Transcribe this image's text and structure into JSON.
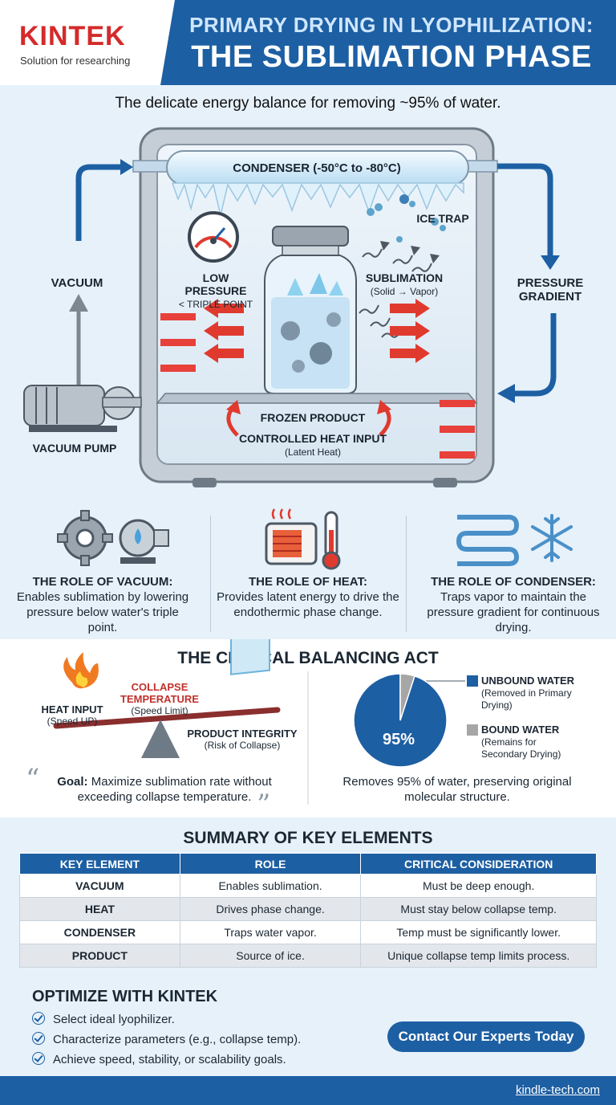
{
  "header": {
    "logo": "KINTEK",
    "tagline": "Solution for researching",
    "title_line1": "PRIMARY DRYING IN LYOPHILIZATION:",
    "title_line2": "THE SUBLIMATION PHASE"
  },
  "subtitle": "The delicate energy balance for removing ~95% of water.",
  "diagram": {
    "condenser": "CONDENSER (-50°C to -80°C)",
    "ice_trap": "ICE TRAP",
    "vacuum": "VACUUM",
    "low_pressure": "LOW PRESSURE",
    "low_pressure_sub": "< TRIPLE POINT",
    "sublimation": "SUBLIMATION",
    "sublimation_sub": "(Solid → Vapor)",
    "pressure_gradient_1": "PRESSURE",
    "pressure_gradient_2": "GRADIENT",
    "vacuum_pump": "VACUUM PUMP",
    "frozen_product": "FROZEN PRODUCT",
    "heat_input": "CONTROLLED HEAT INPUT",
    "heat_input_sub": "(Latent Heat)"
  },
  "roles": [
    {
      "title": "THE ROLE OF VACUUM:",
      "text": "Enables sublimation by lowering pressure below water's triple point."
    },
    {
      "title": "THE ROLE OF HEAT:",
      "text": "Provides latent energy to drive the endothermic phase change."
    },
    {
      "title": "THE ROLE OF CONDENSER:",
      "text": "Traps vapor to maintain the pressure gradient for continuous drying."
    }
  ],
  "balance": {
    "title": "THE CRITICAL BALANCING ACT",
    "heat_input": "HEAT INPUT",
    "heat_input_sub": "(Speed UP)",
    "collapse_1": "COLLAPSE",
    "collapse_2": "TEMPERATURE",
    "collapse_sub": "(Speed Limit)",
    "integrity": "PRODUCT INTEGRITY",
    "integrity_sub": "(Risk of Collapse)",
    "goal_label": "Goal:",
    "goal_text": " Maximize sublimation rate without exceeding collapse temperature.",
    "pie_label": "95%",
    "legend_unbound": "UNBOUND WATER",
    "legend_unbound_sub": "(Removed in Primary Drying)",
    "legend_bound": "BOUND WATER",
    "legend_bound_sub": "(Remains for Secondary Drying)",
    "pie_caption": "Removes 95% of water, preserving original molecular structure."
  },
  "chart_data": {
    "type": "pie",
    "categories": [
      "UNBOUND WATER",
      "BOUND WATER"
    ],
    "values": [
      95,
      5
    ],
    "colors": [
      "#1d5fa3",
      "#a6a6a6"
    ]
  },
  "summary": {
    "title": "SUMMARY OF KEY ELEMENTS",
    "headers": [
      "KEY ELEMENT",
      "ROLE",
      "CRITICAL CONSIDERATION"
    ],
    "rows": [
      [
        "VACUUM",
        "Enables sublimation.",
        "Must be deep enough."
      ],
      [
        "HEAT",
        "Drives phase change.",
        "Must stay below collapse temp."
      ],
      [
        "CONDENSER",
        "Traps water vapor.",
        "Temp must be significantly lower."
      ],
      [
        "PRODUCT",
        "Source of ice.",
        "Unique collapse temp limits process."
      ]
    ]
  },
  "optimize": {
    "title": "OPTIMIZE WITH KINTEK",
    "items": [
      "Select ideal lyophilizer.",
      "Characterize parameters (e.g., collapse temp).",
      "Achieve speed, stability, or scalability goals."
    ],
    "cta": "Contact Our Experts Today"
  },
  "footer": {
    "link": "kindle-tech.com"
  },
  "colors": {
    "brand_blue": "#1d5fa3",
    "logo_red": "#d42a2a",
    "heat_red": "#e03a2f"
  }
}
